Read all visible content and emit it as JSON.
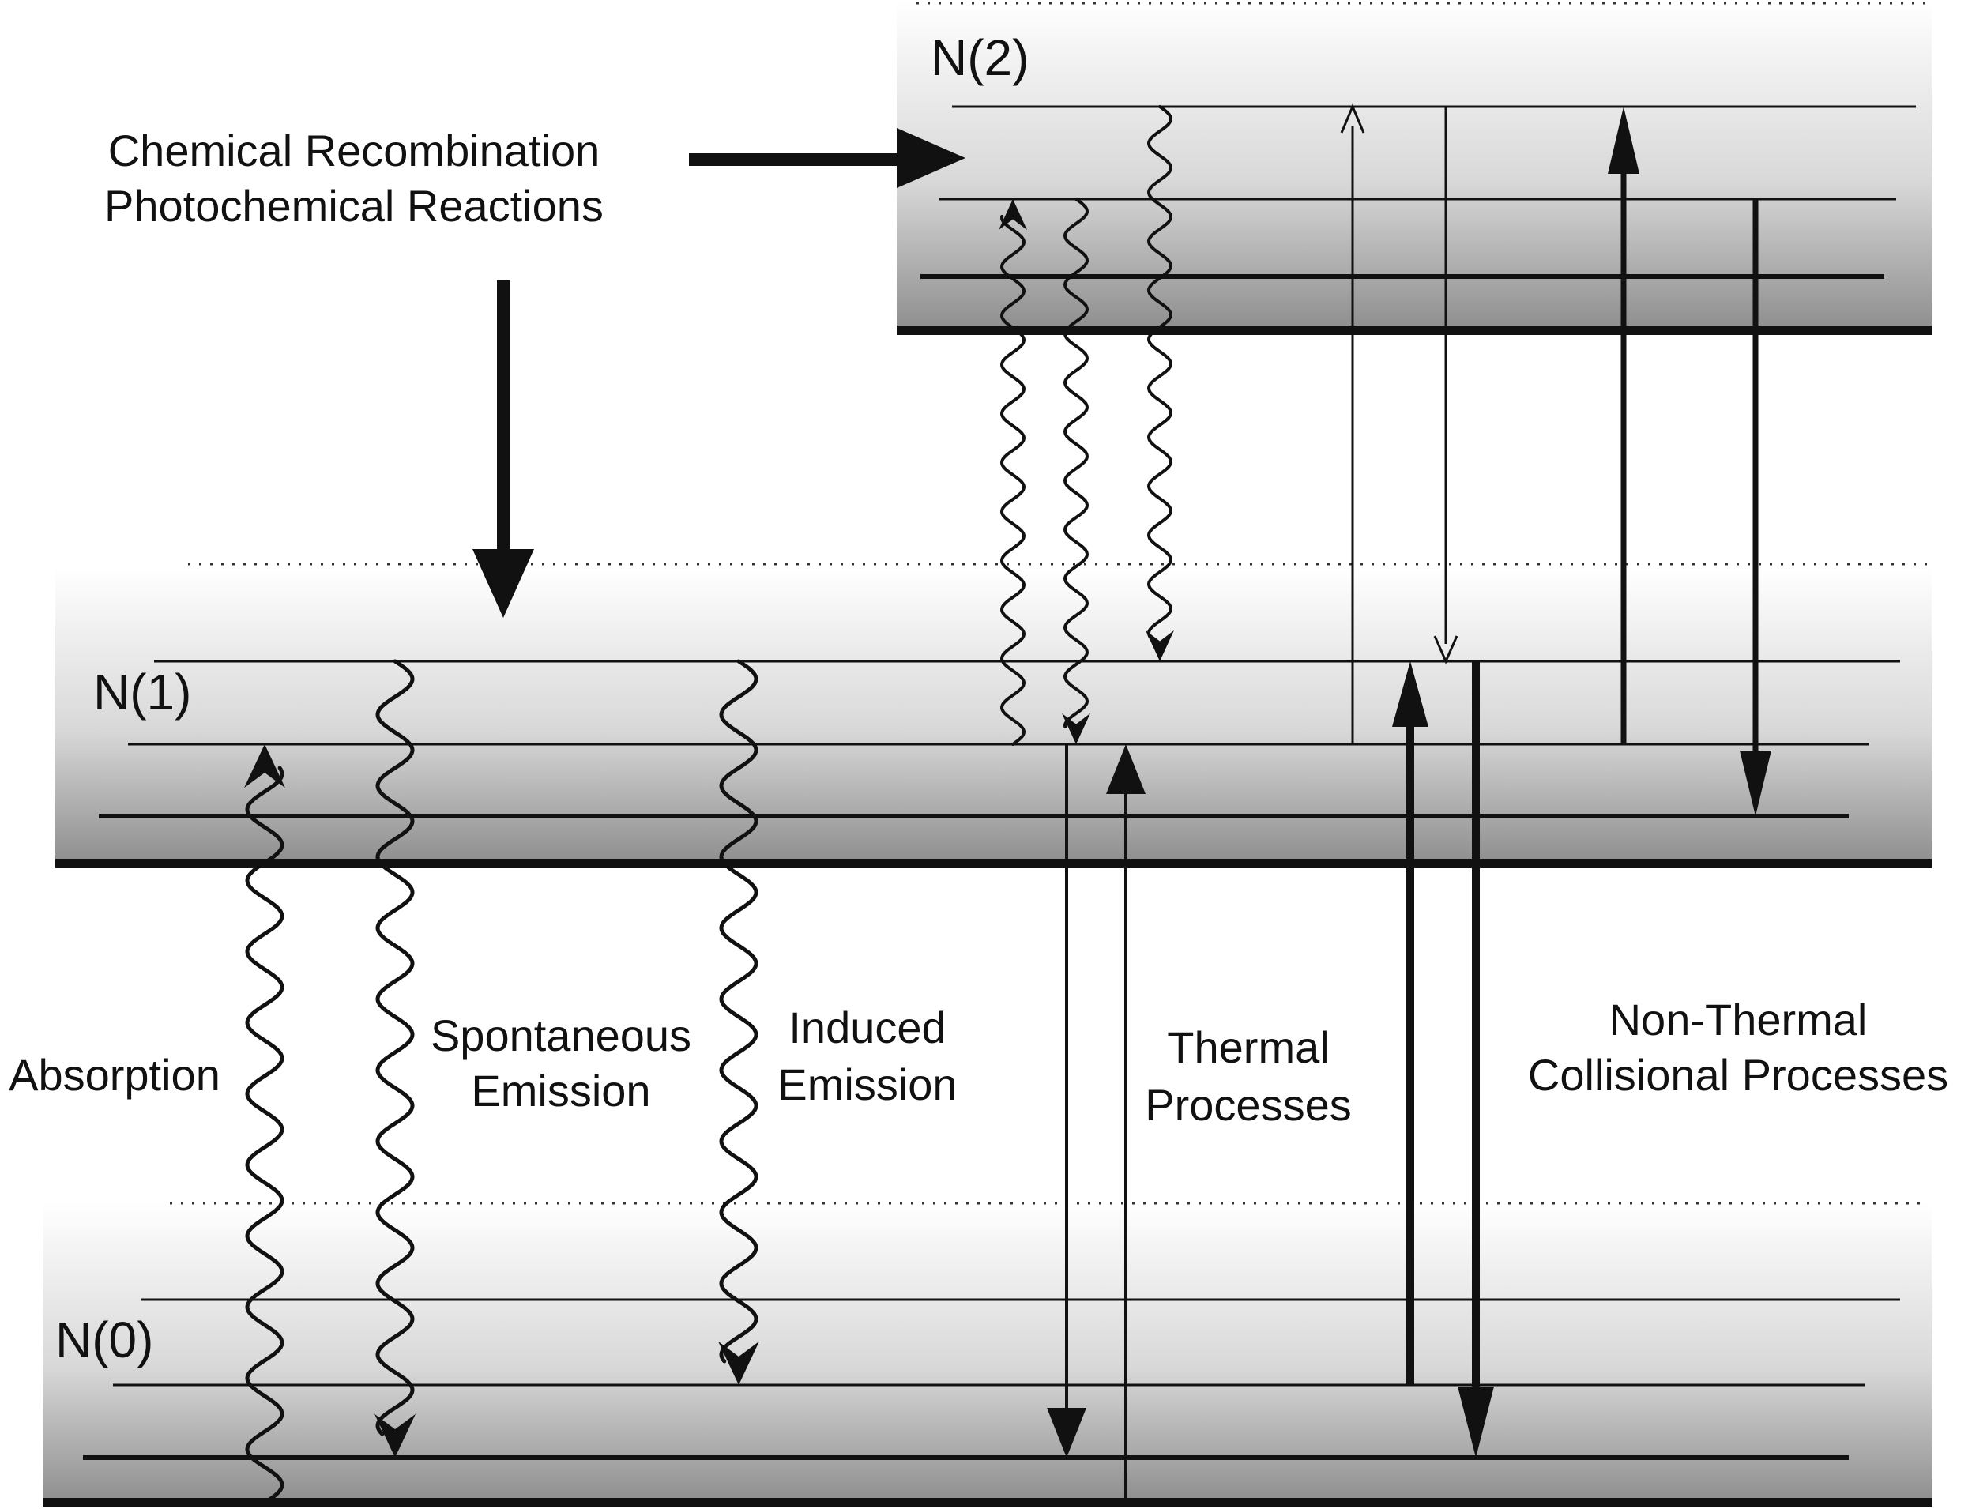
{
  "levels": {
    "n2": "N(2)",
    "n1": "N(1)",
    "n0": "N(0)"
  },
  "labels": {
    "chemical_line1": "Chemical Recombination",
    "chemical_line2": "Photochemical Reactions",
    "absorption": "Absorption",
    "spontaneous_line1": "Spontaneous",
    "spontaneous_line2": "Emission",
    "induced_line1": "Induced",
    "induced_line2": "Emission",
    "thermal_line1": "Thermal",
    "thermal_line2": "Processes",
    "nonthermal_line1": "Non-Thermal",
    "nonthermal_line2": "Collisional Processes"
  },
  "colors": {
    "band_top": "#ffffff",
    "band_bottom": "#8e8e8e",
    "line": "#111111"
  }
}
